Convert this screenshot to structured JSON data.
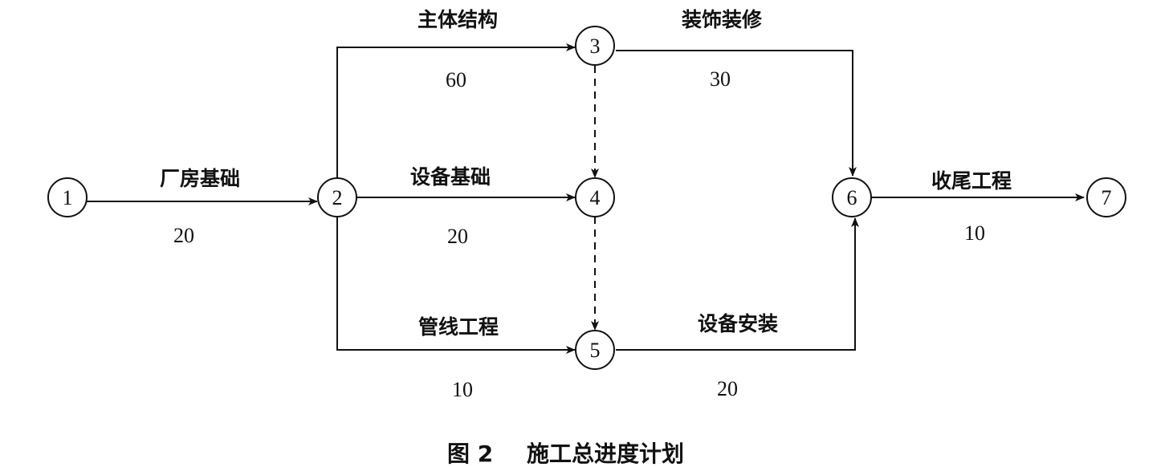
{
  "diagram": {
    "nodes": [
      {
        "id": "1",
        "label": "1"
      },
      {
        "id": "2",
        "label": "2"
      },
      {
        "id": "3",
        "label": "3"
      },
      {
        "id": "4",
        "label": "4"
      },
      {
        "id": "5",
        "label": "5"
      },
      {
        "id": "6",
        "label": "6"
      },
      {
        "id": "7",
        "label": "7"
      }
    ],
    "activities": [
      {
        "from": "1",
        "to": "2",
        "name": "厂房基础",
        "duration": "20"
      },
      {
        "from": "2",
        "to": "3",
        "name": "主体结构",
        "duration": "60"
      },
      {
        "from": "2",
        "to": "4",
        "name": "设备基础",
        "duration": "20"
      },
      {
        "from": "2",
        "to": "5",
        "name": "管线工程",
        "duration": "10"
      },
      {
        "from": "3",
        "to": "6",
        "name": "装饰装修",
        "duration": "30"
      },
      {
        "from": "5",
        "to": "6",
        "name": "设备安装",
        "duration": "20"
      },
      {
        "from": "6",
        "to": "7",
        "name": "收尾工程",
        "duration": "10"
      }
    ],
    "dummy_activities": [
      {
        "from": "3",
        "to": "4"
      },
      {
        "from": "4",
        "to": "5"
      }
    ],
    "caption": {
      "figure": "图 2",
      "title": "施工总进度计划"
    }
  }
}
